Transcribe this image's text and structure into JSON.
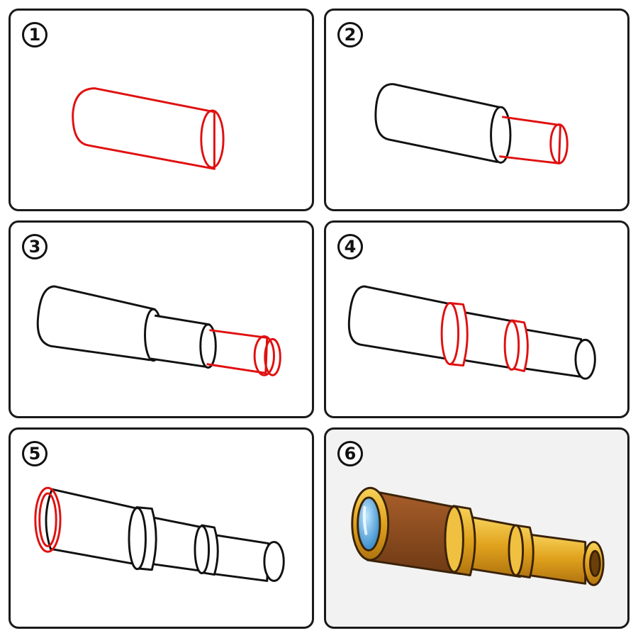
{
  "steps": [
    {
      "number": "1"
    },
    {
      "number": "2"
    },
    {
      "number": "3"
    },
    {
      "number": "4"
    },
    {
      "number": "5"
    },
    {
      "number": "6"
    }
  ],
  "colors": {
    "outline": "#111111",
    "new_stroke": "#e01010",
    "leather": "#8a4a1e",
    "brass": "#e0a11c",
    "brass_dark": "#b07410",
    "lens": "#4aa8e0"
  }
}
